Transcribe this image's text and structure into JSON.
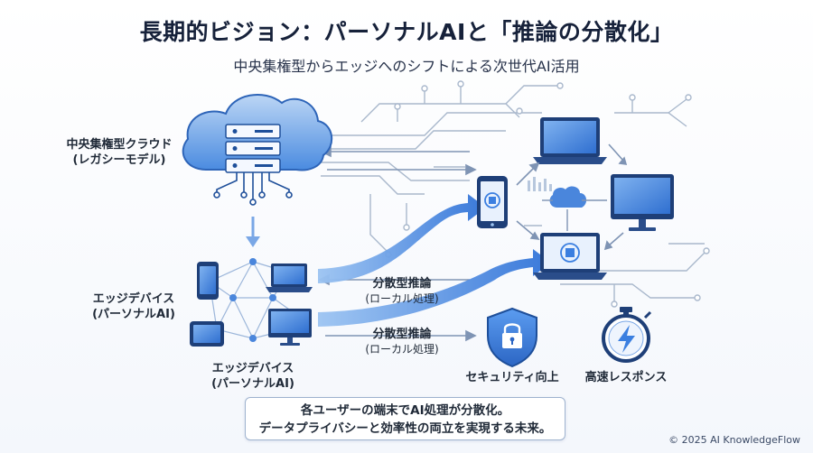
{
  "header": {
    "title": "長期的ビジョン：パーソナルAIと「推論の分散化」",
    "subtitle": "中央集権型からエッジへのシフトによる次世代AI活用"
  },
  "labels": {
    "cloud_line1": "中央集権型クラウド",
    "cloud_line2": "(レガシーモデル)",
    "edge_left_line1": "エッジデバイス",
    "edge_left_line2": "(パーソナルAI)",
    "edge_bottom_line1": "エッジデバイス",
    "edge_bottom_line2": "(パーソナルAI)",
    "distributed1_title": "分散型推論",
    "distributed1_sub": "(ローカル処理)",
    "distributed2_title": "分散型推論",
    "distributed2_sub": "(ローカル処理)",
    "security": "セキュリティ向上",
    "speed": "高速レスポンス"
  },
  "summary": {
    "line1": "各ユーザーの端末でAI処理が分散化。",
    "line2": "データプライバシーと効率性の両立を実現する未来。"
  },
  "footer": {
    "copyright": "© 2025 AI KnowledgeFlow"
  },
  "icons": [
    "cloud-server-icon",
    "smartphone-icon",
    "tablet-icon",
    "laptop-icon",
    "monitor-icon",
    "small-cloud-icon",
    "lock-shield-icon",
    "stopwatch-icon",
    "bar-chart-icon"
  ],
  "colors": {
    "primary_blue": "#3b7fe0",
    "dark_blue": "#1e4f9a",
    "light_blue": "#cfe1f7",
    "line_gray": "#9fb0c6"
  }
}
